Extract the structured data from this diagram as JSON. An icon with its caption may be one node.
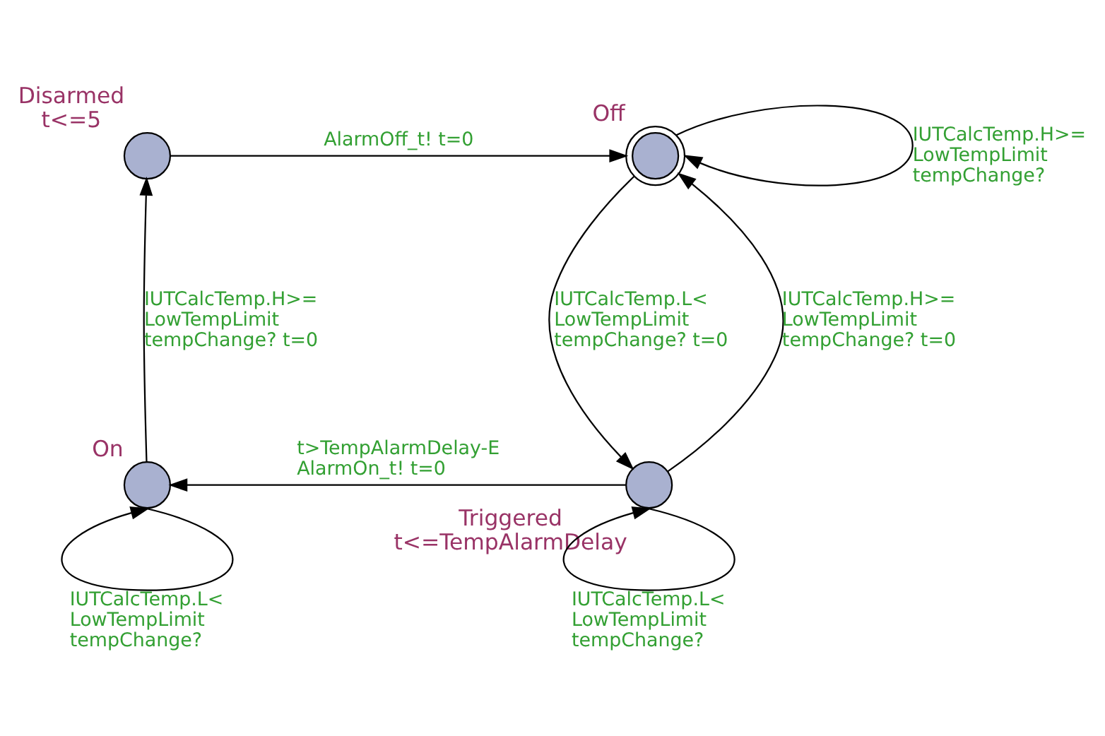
{
  "diagram": {
    "nodes": [
      {
        "text": [],
        "shape": "circle",
        "beside": [
          "Disarmed",
          "t<=5"
        ]
      },
      {
        "text": [],
        "shape": "circle",
        "beside": [
          "Off"
        ]
      },
      {
        "text": [],
        "shape": "circle",
        "beside": [
          "Triggered",
          "t<=TempAlarmDelay"
        ]
      },
      {
        "text": [],
        "shape": "circle",
        "beside": [
          "On"
        ]
      }
    ],
    "edges": [
      {
        "from": 0,
        "to": 1,
        "arrow": "to",
        "label": "AlarmOff_t! t=0"
      },
      {
        "from": 1,
        "to": 1,
        "arrow": "to",
        "label": "IUTCalcTemp.H>= LowTempLimit tempChange?"
      },
      {
        "from": 1,
        "to": 2,
        "arrow": "to",
        "label": "IUTCalcTemp.L< LowTempLimit tempChange? t=0"
      },
      {
        "from": 2,
        "to": 1,
        "arrow": "to",
        "label": "IUTCalcTemp.H>= LowTempLimit tempChange? t=0"
      },
      {
        "from": 2,
        "to": 3,
        "arrow": "to",
        "label": "t>TempAlarmDelay-E AlarmOn_t! t=0"
      },
      {
        "from": 3,
        "to": 0,
        "arrow": "to",
        "label": "IUTCalcTemp.H>= LowTempLimit tempChange? t=0"
      },
      {
        "from": 3,
        "to": 3,
        "arrow": "to",
        "label": "IUTCalcTemp.L< LowTempLimit tempChange?"
      },
      {
        "from": 2,
        "to": 2,
        "arrow": "to",
        "label": "IUTCalcTemp.L< LowTempLimit tempChange?"
      }
    ]
  }
}
